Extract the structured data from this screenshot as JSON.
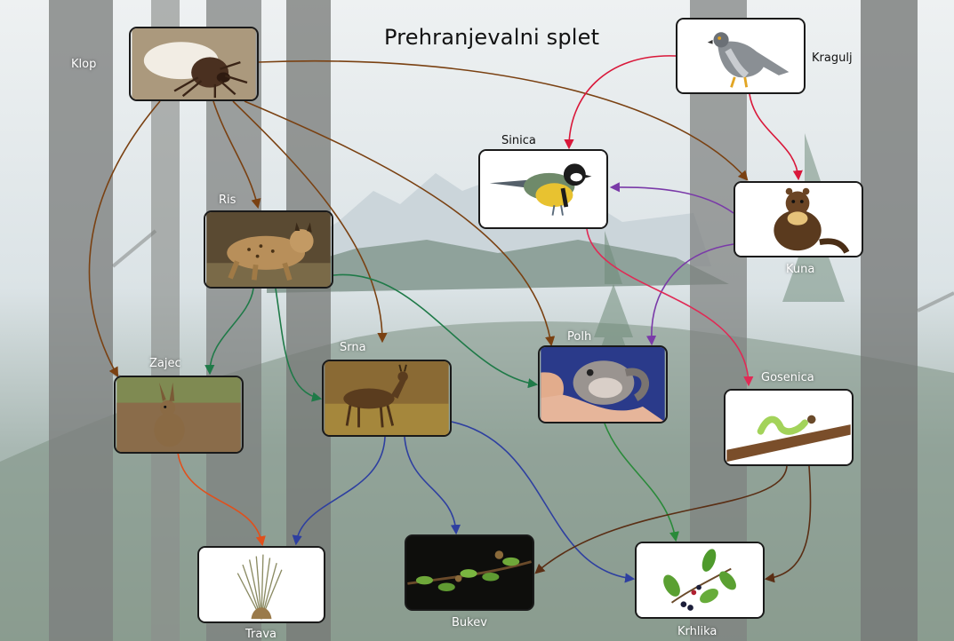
{
  "title": "Prehranjevalni splet",
  "nodes": {
    "klop": "Klop",
    "kragulj": "Kragulj",
    "sinica": "Sinica",
    "ris": "Ris",
    "kuna": "Kuna",
    "zajec": "Zajec",
    "srna": "Srna",
    "polh": "Polh",
    "gosenica": "Gosenica",
    "trava": "Trava",
    "bukev": "Bukev",
    "krhlika": "Krhlika"
  },
  "colors": {
    "klop_links": "#7a4112",
    "kragulj_links": "#d9183a",
    "kuna_links": "#7a3aa8",
    "ris_links": "#1f7a48",
    "srna_links": "#2e3fa0",
    "zajec_links": "#e0501c",
    "sinica_links": "#e02a55",
    "polh_links": "#2a8a3a",
    "gosenica_links": "#5a2e14"
  }
}
